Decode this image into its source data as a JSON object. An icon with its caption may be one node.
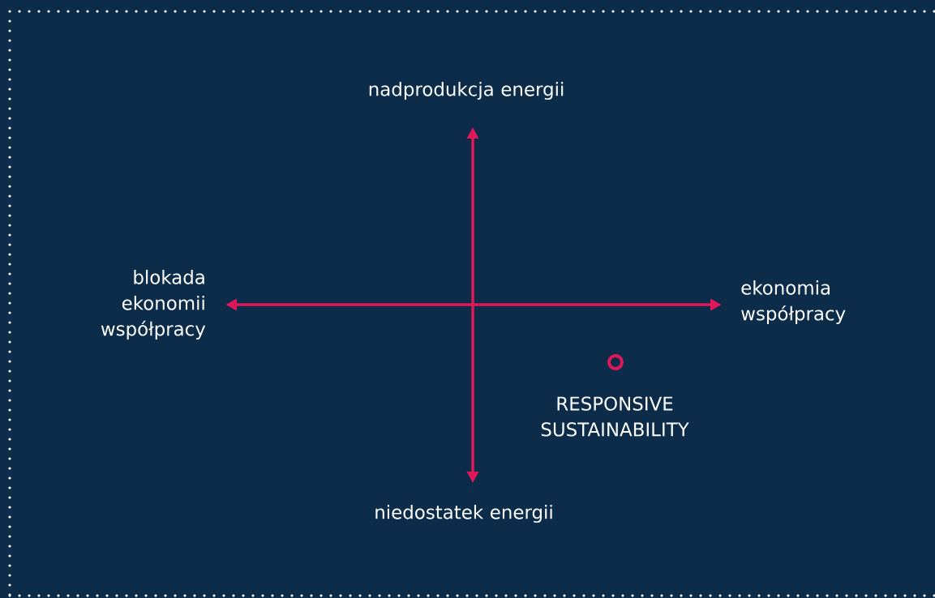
{
  "diagram": {
    "labels": [
      "nadprodukcja energii",
      "blokada ekonomii współpracy",
      "ekonomia współpracy",
      "RESPONSIVE SUSTAINABILITY",
      "niedostatek energii"
    ]
  }
}
